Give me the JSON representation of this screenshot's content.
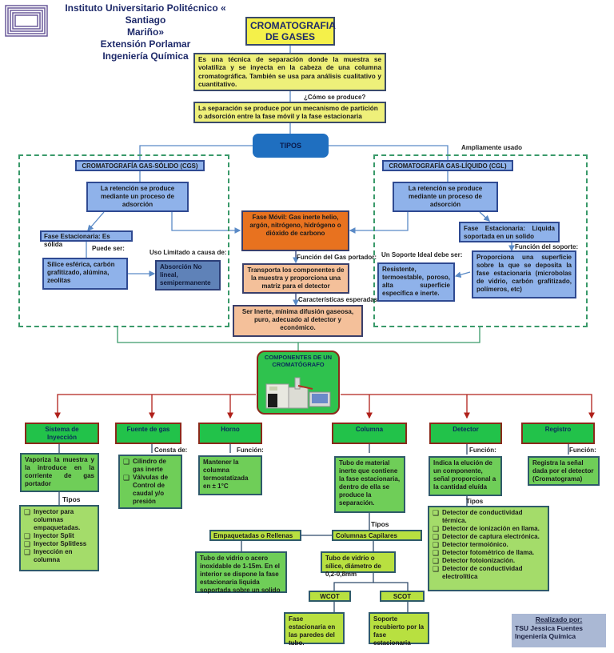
{
  "header": {
    "institution_line1": "Instituto Universitario Politécnico « Santiago",
    "institution_line2": "Mariño»",
    "extension": "Extensión Porlamar",
    "career": "Ingeniería Química"
  },
  "title": {
    "line1": "CROMATOGRAFIA",
    "line2": "DE GASES"
  },
  "definition": "Es una técnica de separación donde la muestra se volatiliza y se inyecta en la cabeza de una columna cromatográfica. También se usa para análisis cualitativo y cuantitativo.",
  "question_label": "¿Cómo se produce?",
  "mechanism": "La separación se produce por un mecanismo de partición o adsorción entre la fase móvil y la fase estacionaria",
  "tipos_button": "TIPOS",
  "widely_used_label": "Ampliamente usado",
  "cgs": {
    "title": "CROMATOGRAFÍA GAS-SÓLIDO (CGS)",
    "retention": "La retención se produce mediante un proceso de adsorción",
    "stationary_phase": "Fase Estacionaria: Es sólida",
    "can_be_label": "Puede ser:",
    "materials": "Sílice esférica, carbón grafitizado, alúmina, zeolitas",
    "limited_use_label": "Uso Limitado a causa de:",
    "limitation": "Absorción No lineal, semipermanente"
  },
  "mobile_phase": {
    "description": "Fase Móvil: Gas inerte helio, argón, nitrógeno, hidrógeno o dióxido de carbono",
    "function_label": "Función del Gas portador:",
    "function": "Transporta los componentes de la muestra y proporciona una matriz para el detector",
    "expected_label": "Características esperadas:",
    "expected": "Ser Inerte, mínima difusión gaseosa, puro, adecuado al detector y económico."
  },
  "cgl": {
    "title": "CROMATOGRAFÍA GAS-LÍQUIDO (CGL)",
    "retention": "La retención se produce mediante un proceso de adsorción",
    "stationary_phase": "Fase Estacionaria: Liquida soportada en un solido",
    "support_function_label": "Función del soporte:",
    "support_function": "Proporciona una superficie sobre la que se deposita la fase estacionaria (microbolas de vidrio, carbón grafitizado, polímeros, etc)",
    "ideal_support_label": "Un Soporte Ideal debe ser:",
    "ideal_support": "Resistente, termoestable, poroso, alta superficie específica e inerte."
  },
  "components": {
    "title": "COMPONENTES DE UN CROMATÓGRAFO",
    "image_alt": "gas chromatograph instrument"
  },
  "injection": {
    "title": "Sistema de Inyección",
    "description": "Vaporiza la muestra y la introduce en la corriente de gas portador",
    "types_label": "Tipos",
    "types": [
      "Inyector para columnas empaquetadas.",
      "Inyector Split",
      "Inyector Splitless",
      "Inyección en columna"
    ]
  },
  "gas_source": {
    "title": "Fuente de gas",
    "consists_label": "Consta de:",
    "items": [
      "Cilindro de gas inerte",
      "Válvulas de Control de caudal y/o presión"
    ]
  },
  "oven": {
    "title": "Horno",
    "function_label": "Función:",
    "function": "Mantener la columna termostatizada en ± 1°C"
  },
  "column": {
    "title": "Columna",
    "description": "Tubo de material inerte que contiene la fase estacionaria, dentro de ella se produce la separación.",
    "types_label": "Tipos",
    "packed": {
      "title": "Empaquetadas o Rellenas",
      "description": "Tubo de vidrio o acero inoxidable de 1-15m. En el interior se dispone la fase estacionaria liquida soportada sobre un solido"
    },
    "capillary": {
      "title": "Columnas Capilares",
      "description": "Tubo de vidrio o sílice, diámetro de 0,2-0,8mm",
      "wcot": {
        "title": "WCOT",
        "description": "Fase estacionaria en las paredes del tubo."
      },
      "scot": {
        "title": "SCOT",
        "description": "Soporte recubierto por la fase estacionaria"
      }
    }
  },
  "detector": {
    "title": "Detector",
    "function_label": "Función:",
    "function": "Indica la elución de un componente, señal proporcional a la cantidad eluída",
    "types_label": "Tipos",
    "types": [
      "Detector de conductividad térmica.",
      "Detector de ionización en llama.",
      "Detector de captura electrónica.",
      "Detector termoiónico.",
      "Detector fotométrico de llama.",
      "Detector fotoionización.",
      "Detector de conductividad electrolítica"
    ]
  },
  "recorder": {
    "title": "Registro",
    "function_label": "Función:",
    "function": "Registra la señal dada por el detector (Cromatograma)"
  },
  "credits": {
    "label": "Realizado por:",
    "author": "TSU Jessica Fuentes",
    "career": "Ingeniería Química"
  }
}
